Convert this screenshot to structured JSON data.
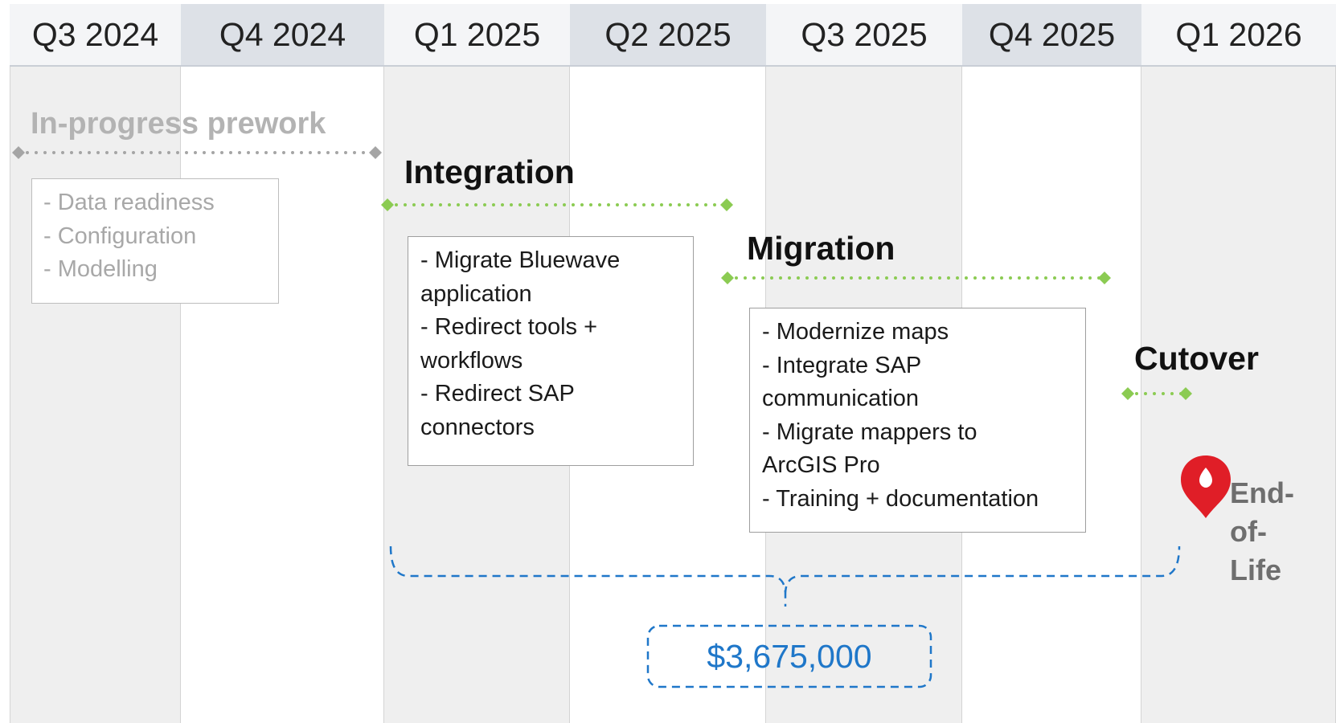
{
  "quarters": [
    {
      "label": "Q3 2024",
      "shaded": false
    },
    {
      "label": "Q4 2024",
      "shaded": true
    },
    {
      "label": "Q1 2025",
      "shaded": false
    },
    {
      "label": "Q2 2025",
      "shaded": true
    },
    {
      "label": "Q3 2025",
      "shaded": false
    },
    {
      "label": "Q4 2025",
      "shaded": true
    },
    {
      "label": "Q1 2026",
      "shaded": false
    }
  ],
  "prework": {
    "title": "In-progress prework",
    "items": [
      "- Data readiness",
      "- Configuration",
      "- Modelling"
    ]
  },
  "integration": {
    "title": "Integration",
    "items": [
      "- Migrate Bluewave",
      "application",
      "- Redirect tools +",
      "workflows",
      "- Redirect SAP",
      "connectors"
    ]
  },
  "migration": {
    "title": "Migration",
    "items": [
      "- Modernize maps",
      "- Integrate SAP",
      "communication",
      "- Migrate mappers to",
      "ArcGIS Pro",
      "- Training + documentation"
    ]
  },
  "cutover": {
    "title": "Cutover"
  },
  "end_of_life": {
    "lines": [
      "End-",
      "of-",
      "Life"
    ],
    "icon": "map-pin-icon"
  },
  "cost": {
    "label": "$3,675,000"
  },
  "colors": {
    "header_shade": "#dde1e7",
    "column_shade": "#efefef",
    "green": "#8bcb52",
    "grey_connector": "#a5a5a5",
    "blue": "#1f77c9",
    "pin": "#e01e27"
  }
}
